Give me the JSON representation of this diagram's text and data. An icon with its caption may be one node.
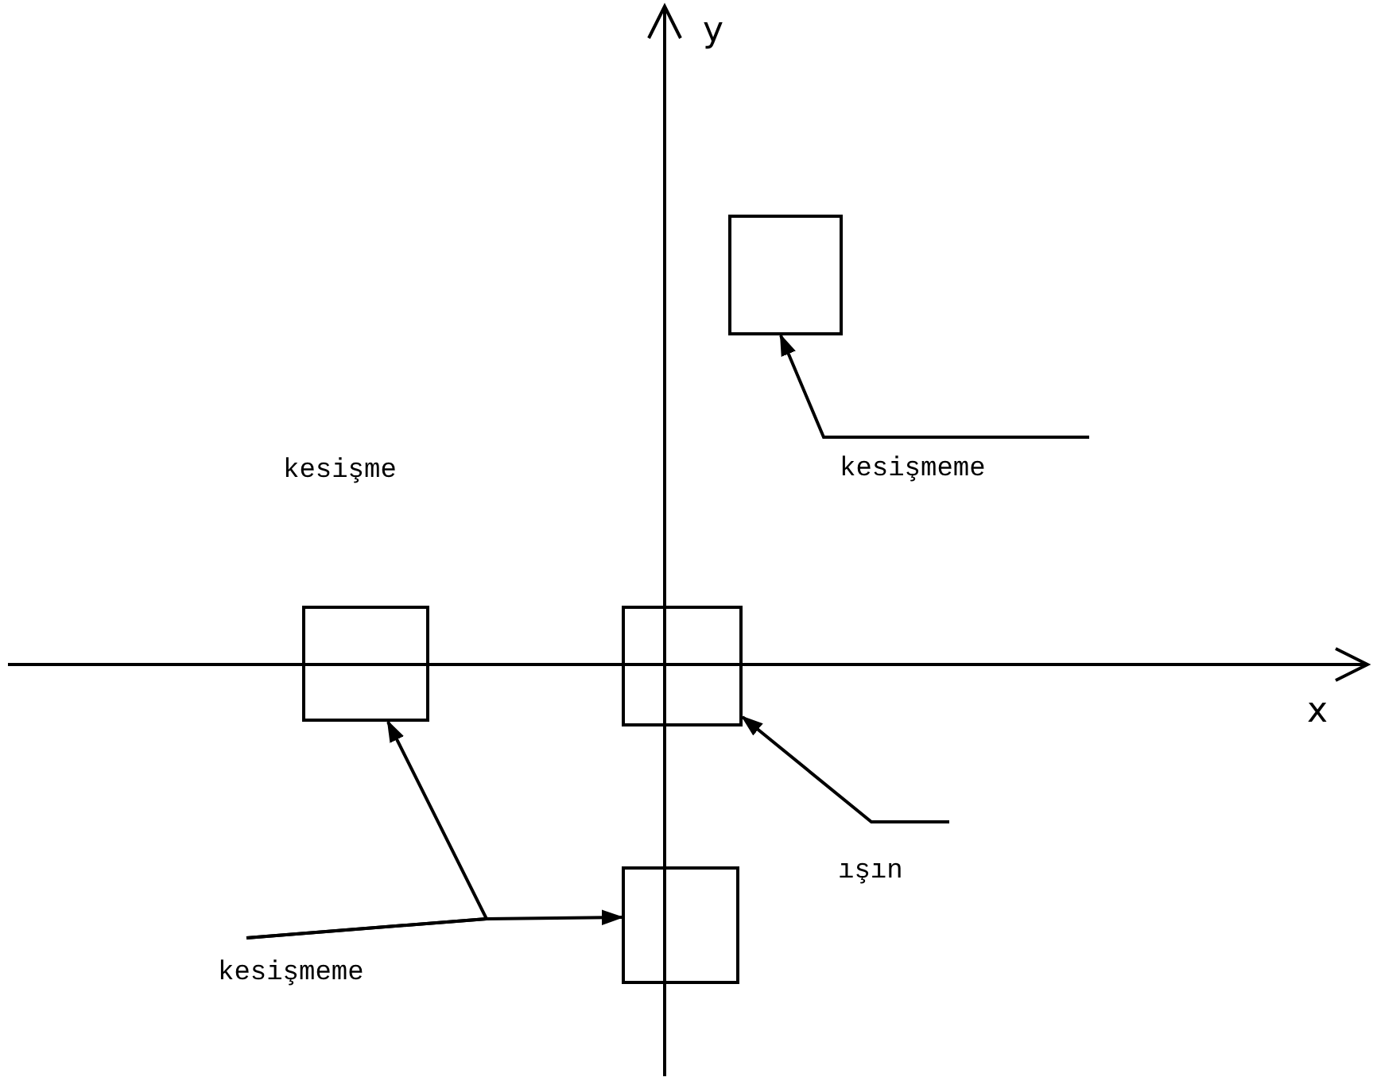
{
  "diagram": {
    "nodes": [
      {
        "text": [],
        "shape": "box"
      },
      {
        "text": [
          "kesişmeme"
        ]
      },
      {
        "text": [],
        "shape": "box"
      },
      {
        "text": [],
        "shape": "box"
      },
      {
        "text": [
          "ışın"
        ]
      },
      {
        "text": [],
        "shape": "box"
      },
      {
        "text": [
          "kesişmeme"
        ]
      }
    ],
    "edges": [
      {
        "from": 1,
        "to": 0,
        "arrow": "to"
      },
      {
        "from": 4,
        "to": 3,
        "arrow": "to"
      },
      {
        "from": 6,
        "to": 2,
        "arrow": "to"
      },
      {
        "from": 6,
        "to": 5,
        "arrow": "to"
      }
    ],
    "labels": [
      "y",
      "kesişme",
      "x"
    ]
  }
}
